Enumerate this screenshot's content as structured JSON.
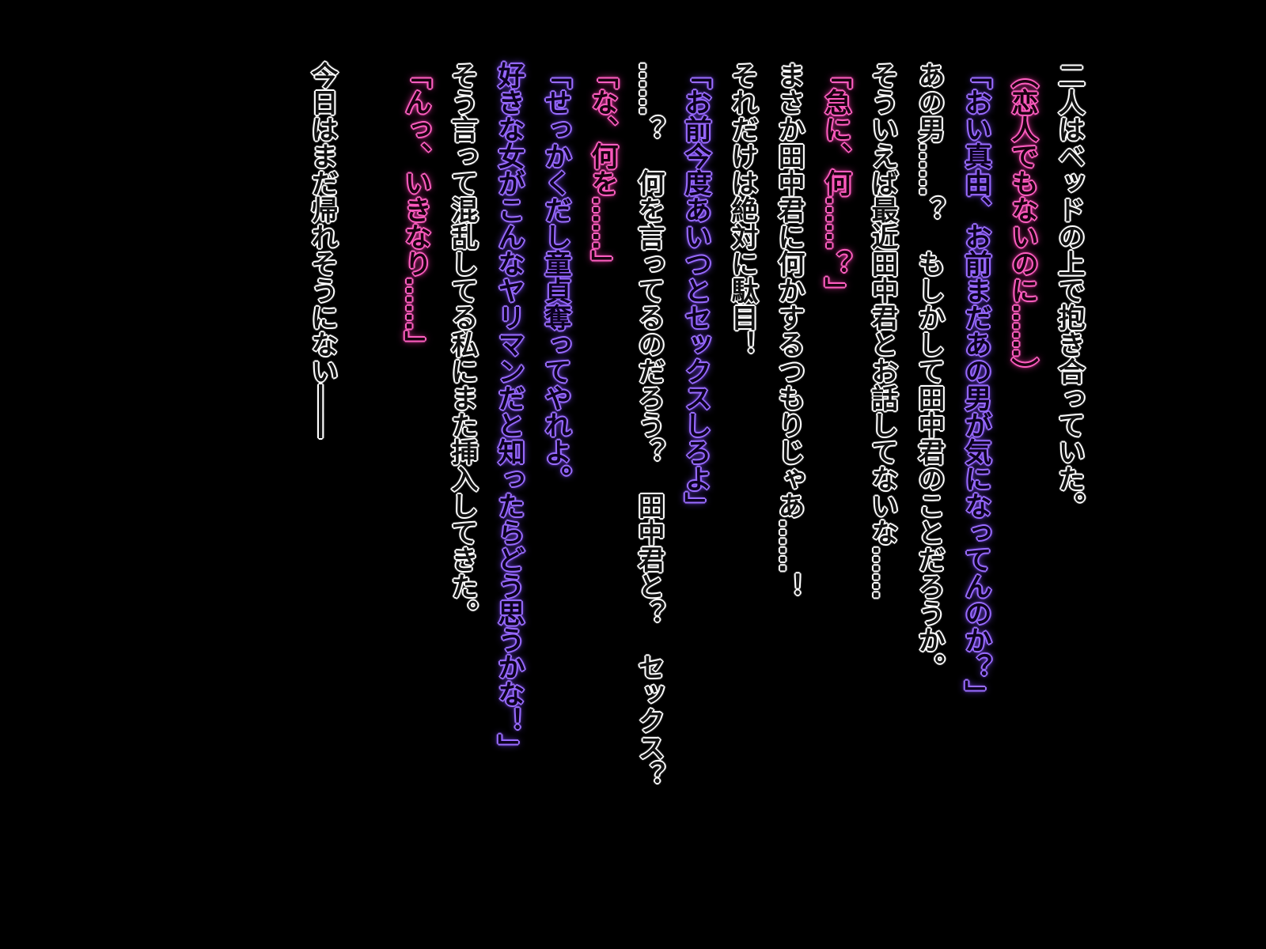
{
  "colors": {
    "background": "#000000",
    "narration_outline": "#ffffff",
    "female_outline": "#ff6ec8",
    "male_outline": "#a57cff"
  },
  "lines": [
    {
      "speaker": "narration",
      "text": "二人はベッドの上で抱き合っていた。"
    },
    {
      "speaker": "female",
      "text": "（恋人でもないのに……）"
    },
    {
      "speaker": "male",
      "text": "「おい真由、お前まだあの男が気になってんのか？」"
    },
    {
      "speaker": "narration",
      "text": "あの男……？　もしかして田中君のことだろうか。"
    },
    {
      "speaker": "narration",
      "text": "そういえば最近田中君とお話してないな……"
    },
    {
      "speaker": "female",
      "text": "「急に、何……？」"
    },
    {
      "speaker": "narration",
      "text": "まさか田中君に何かするつもりじゃあ……！"
    },
    {
      "speaker": "narration",
      "text": "それだけは絶対に駄目！"
    },
    {
      "speaker": "male",
      "text": "「お前今度あいつとセックスしろよ」"
    },
    {
      "speaker": "narration",
      "text": "……？　何を言ってるのだろう？　田中君と？　セックス？"
    },
    {
      "speaker": "female",
      "text": "「な、何を……」"
    },
    {
      "speaker": "male",
      "text": "「せっかくだし童貞奪ってやれよ。"
    },
    {
      "speaker": "male",
      "text": "好きな女がこんなヤリマンだと知ったらどう思うかな！」"
    },
    {
      "speaker": "narration",
      "text": "そう言って混乱してる私にまた挿入してきた。"
    },
    {
      "speaker": "female",
      "text": "「んっ、いきなり……」"
    },
    {
      "speaker": "spacer",
      "text": ""
    },
    {
      "speaker": "narration",
      "text": "今日はまだ帰れそうにない――"
    }
  ]
}
